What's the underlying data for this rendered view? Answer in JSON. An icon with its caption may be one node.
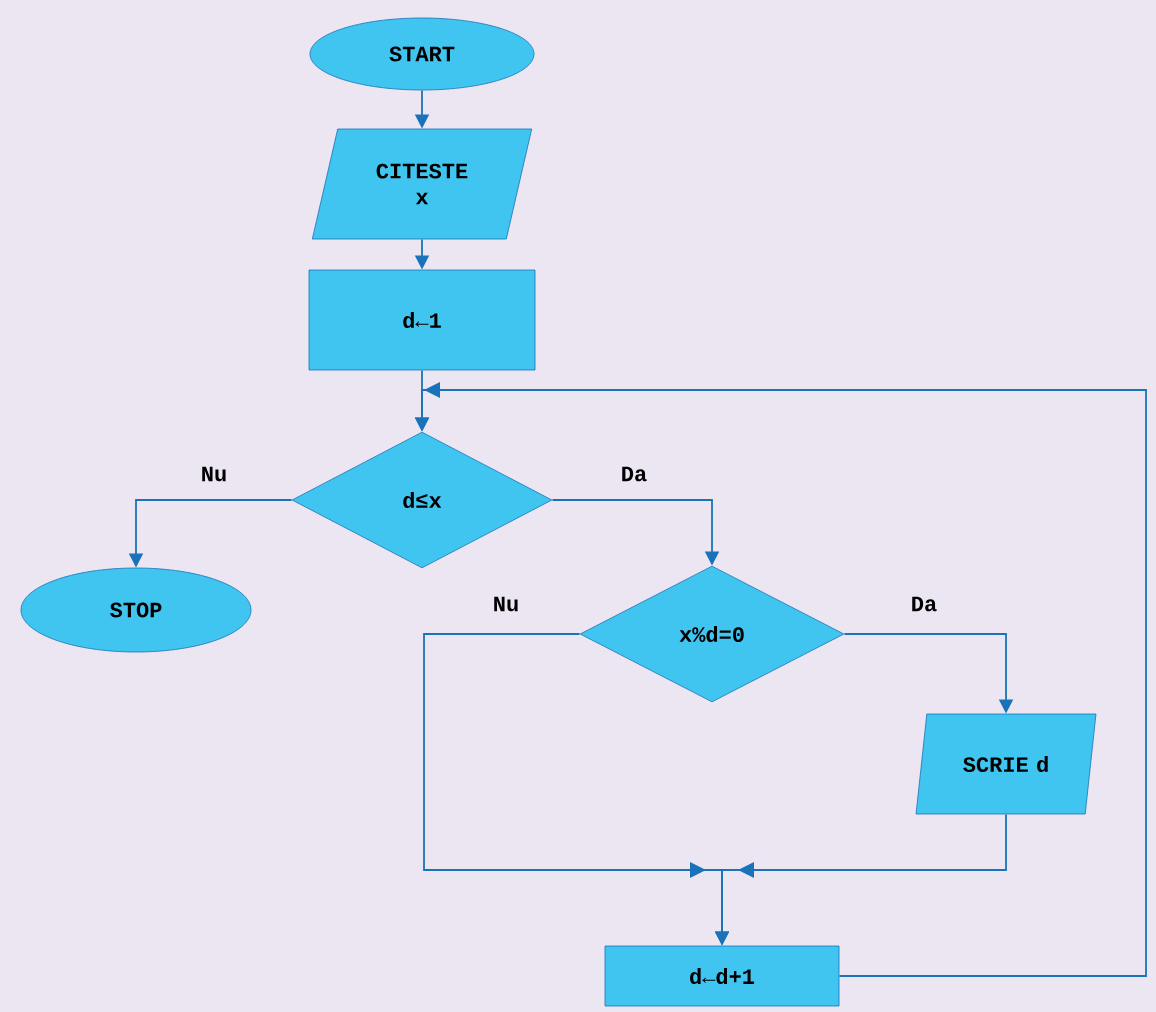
{
  "diagram": {
    "nodes": [
      {
        "text": [
          "START"
        ]
      },
      {
        "text": [
          "CITESTE x"
        ]
      },
      {
        "text": [
          "d←1"
        ]
      },
      {
        "text": [
          "d≤x"
        ]
      },
      {
        "text": [
          "STOP"
        ]
      },
      {
        "text": [
          "x%d=0"
        ]
      },
      {
        "text": [
          "SCRIE d"
        ]
      },
      {
        "text": [
          "d←d+1"
        ]
      }
    ],
    "edges": [
      {
        "from": 0,
        "to": 1,
        "arrow": "to"
      },
      {
        "from": 1,
        "to": 2,
        "arrow": "to"
      },
      {
        "from": 2,
        "to": 3,
        "arrow": "to"
      },
      {
        "from": 3,
        "to": 4,
        "arrow": "to",
        "label": "Nu"
      },
      {
        "from": 3,
        "to": 5,
        "arrow": "to",
        "label": "Da"
      },
      {
        "from": 5,
        "to": 7,
        "arrow": "to",
        "label": "Nu"
      },
      {
        "from": 5,
        "to": 6,
        "arrow": "to",
        "label": "Da"
      },
      {
        "from": 6,
        "to": 7,
        "arrow": "to"
      },
      {
        "from": 7,
        "to": 3,
        "arrow": "to"
      }
    ]
  }
}
